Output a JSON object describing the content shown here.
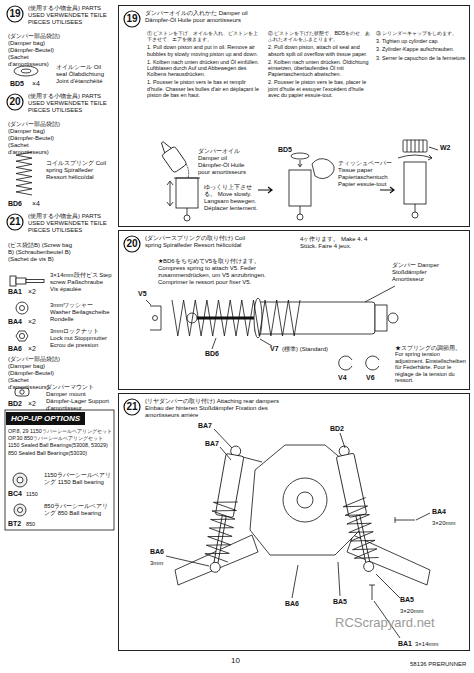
{
  "diagram": {
    "nodes": [
      {
        "text": [
          "19"
        ]
      },
      {
        "text": [
          "20"
        ]
      },
      {
        "text": [
          "21"
        ]
      },
      {
        "text": [
          "HOP-UP OPTIONS"
        ]
      },
      {
        "text": [
          "ダンパーオイルの入れかた Damper oil Dämpfer-Öl Huile pour amortisseurs"
        ]
      },
      {
        "text": [
          "19"
        ],
        "in": 4
      },
      {
        "text": [
          "(ダンパースプリングの取り付け) Coil spring Spiralfeder Ressort hélicoïdal"
        ]
      },
      {
        "text": [
          "20"
        ],
        "in": 6
      },
      {
        "text": [
          "(リヤダンパーの取り付け) Attaching rear dampers Einbau der hinteren Stoßdämpfer Fixation des amortisseurs arrière"
        ]
      },
      {
        "text": [
          "21"
        ],
        "in": 8
      }
    ],
    "labels": [
      "(使用する小物金具) PARTS USED VERWENDETE TEILE PIECES UTILISEES",
      "(ダンパー部品袋詰) (Damper bag) (Dämpfer-Beutel) (Sachet d'amortisseurs)",
      "オイルシール Oil seal Ölabdichtung Joint d'étanchéité",
      "BD5",
      "×4",
      "(使用する小物金具) PARTS USED VERWENDETE TEILE PIECES UTILISEES",
      "(ダンパー部品袋詰) (Damper bag) (Dämpfer-Beutel) (Sachet d'amortisseurs)",
      "BD6",
      "×4",
      "コイルスプリング Coil spring Spiralfeder Ressort hélicoïdal",
      "(使用する小物金具) PARTS USED VERWENDETE TEILE PIECES UTILISEES",
      "(ビス袋詰B) (Screw bag B) (Schraubenbeutel B) (Sachet de vis B)",
      "3×14mm段付ビス Step screw Paßschraube Vis épaulée",
      "BA1",
      "×2",
      "3mmワッシャー Washer Beilagscheibe Rondelle",
      "BA4",
      "×2",
      "3mmロックナット Lock nut Stoppmutter Ecrou de pression",
      "BA6",
      "×2",
      "(ダンパー部品袋詰) (Damper bag) (Dämpfer-Beutel) (Sachet d'amortisseurs)",
      "ダンパーマウント Damper mount Dämpfer-Lager Support d'amortisseur",
      "BD2",
      "×2",
      "OP.8, 29 1150ラバーシールベアリングセット",
      "OP.30 850ラバーシールベアリングセット",
      "1150 Sealed Ball Bearings(53008, 53029)",
      "850 Sealed Ball Bearings(53030)",
      "BC4",
      "1150",
      "1150ラバーシールベアリング 1150 Ball bearing",
      "BT2",
      "850",
      "850ラバーシールベアリング 850 Ball bearing",
      "① ピストンを下げ、オイルを入れ、ピストンを上下させて、エアを抜きます。",
      "1. Pull down piston and put in oil. Remove air bubbles by slowly moving piston up and down.",
      "1. Kolben nach unten drücken und Öl einfüllen. Luftblasen durch Auf und Abbewegen des Kolbens herausdrücken.",
      "1. Pousser le piston vers le bas et remplir d'huile. Chasser les bulles d'air en déplaçant le piston de bas en haut.",
      "② ピストンを下げた状態で、BD5をのせ、あふれたオイルをふきとります。",
      "2. Pull down piston, attach oil seal and absorb spilt oil overflow with tissue paper.",
      "2. Kolben nach unten drücken. Öldichtung einsetzen, überlaufendes Öl mit Papiertaschentuch abwischen.",
      "2. Pousser le piston vers le bas, placer le joint d'huile et essuyer l'excédent d'huile avec du papier essuie-tout.",
      "③ シリンダーキャップをしめます。",
      "3. Tighten up cylinder cap.",
      "3. Zylinder-Kappe aufschrauben.",
      "3. Serrer le capuchon de la fermeture.",
      "ダンパーオイル Damper oil Dämpfer-Öl Huile pour amortisseurs",
      "BD5",
      "ティッシュペーパー Tissue paper Papiertaschentuch Papier essuie-tout",
      "W2",
      "ゆっくり上下させる。 Move slowly. Langsam bewegen. Déplacer lentement.",
      "V5",
      "★BD6をちぢめてV5を取り付けます。 Compress spring to attach V5. Feder zusammendrücken, um V5 anzubringen. Comprimer le ressort pour fixer V5.",
      "BD6",
      "4ヶ作ります。 Make 4. 4 Stück. Faire 4 jeux.",
      "ダンパー Damper Stoßdämpfer Amortisseur",
      "V7",
      "(標準) (Standard)",
      "V4",
      "V6",
      "★スプリングの調節用。 For spring tension adjustment. Einstellscheiben für Federhärte. Pour le réglage de la tension du ressort.",
      "BA7",
      "BA7",
      "BD2",
      "BA4",
      "3×20mm",
      "BA6",
      "3mm",
      "BA6",
      "BA5",
      "BA5",
      "3×20mm",
      "BA1",
      "3×14mm",
      "10",
      "58136 PRERUNNER",
      "RCScrapyard.net"
    ]
  }
}
